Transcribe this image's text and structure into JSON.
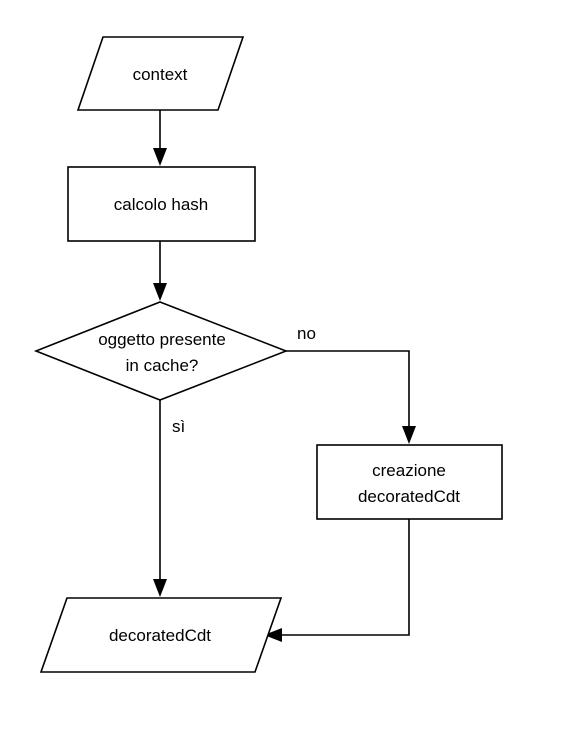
{
  "diagram": {
    "nodes": {
      "context": {
        "text": "context",
        "shape": "parallelogram"
      },
      "calcolo_hash": {
        "text": "calcolo hash",
        "shape": "rectangle"
      },
      "decision": {
        "line1": "oggetto presente",
        "line2": "in cache?",
        "shape": "diamond"
      },
      "creazione": {
        "line1": "creazione",
        "line2": "decoratedCdt",
        "shape": "rectangle"
      },
      "output": {
        "text": "decoratedCdt",
        "shape": "parallelogram"
      }
    },
    "edges": {
      "no_label": "no",
      "si_label": "sì"
    }
  }
}
